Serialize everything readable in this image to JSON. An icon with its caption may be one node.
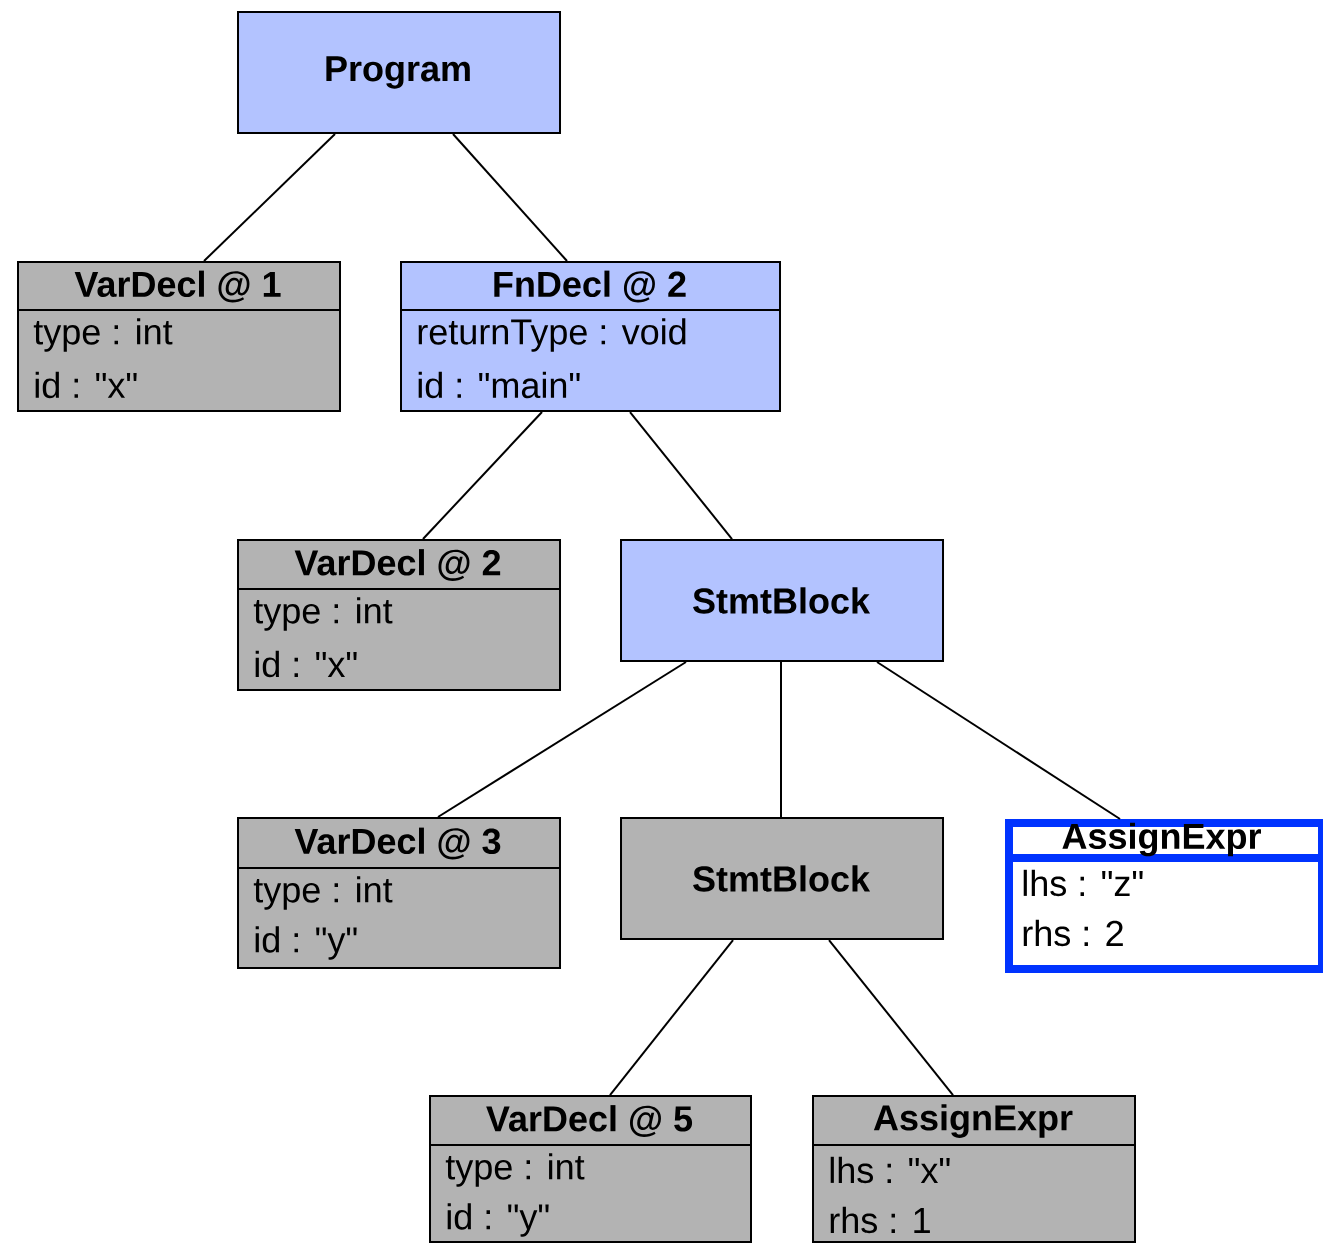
{
  "diagram": {
    "nodes": [
      {
        "text": [
          "Program"
        ]
      },
      {
        "text": [
          "VarDecl @ 1",
          "type : int",
          "id : \"x\""
        ]
      },
      {
        "text": [
          "FnDecl @ 2",
          "returnType : void",
          "id : \"main\""
        ]
      },
      {
        "text": [
          "VarDecl @ 2",
          "type : int",
          "id : \"x\""
        ]
      },
      {
        "text": [
          "StmtBlock"
        ]
      },
      {
        "text": [
          "VarDecl @ 3",
          "type : int",
          "id : \"y\""
        ]
      },
      {
        "text": [
          "StmtBlock"
        ]
      },
      {
        "text": [
          "AssignExpr",
          "lhs : \"z\"",
          "rhs : 2"
        ]
      },
      {
        "text": [
          "VarDecl @ 5",
          "type : int",
          "id : \"y\""
        ]
      },
      {
        "text": [
          "AssignExpr",
          "lhs : \"x\"",
          "rhs : 1"
        ]
      }
    ],
    "edges": [
      {
        "from": 0,
        "to": 1,
        "arrow": "none"
      },
      {
        "from": 0,
        "to": 2,
        "arrow": "none"
      },
      {
        "from": 2,
        "to": 3,
        "arrow": "none"
      },
      {
        "from": 2,
        "to": 4,
        "arrow": "none"
      },
      {
        "from": 4,
        "to": 5,
        "arrow": "none"
      },
      {
        "from": 4,
        "to": 6,
        "arrow": "none"
      },
      {
        "from": 4,
        "to": 7,
        "arrow": "none"
      },
      {
        "from": 6,
        "to": 8,
        "arrow": "none"
      },
      {
        "from": 6,
        "to": 9,
        "arrow": "none"
      }
    ]
  }
}
